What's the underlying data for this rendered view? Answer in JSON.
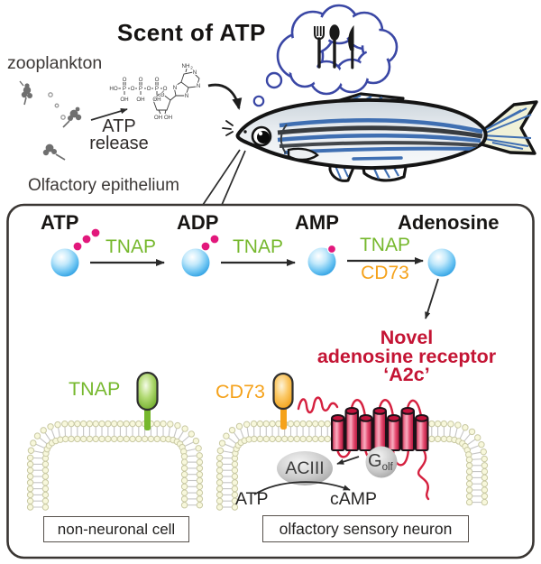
{
  "title": "Scent of ATP",
  "scene": {
    "zooplankton": "zooplankton",
    "atp_release": [
      "ATP",
      "release"
    ],
    "olfactory_epithelium": "Olfactory epithelium",
    "thought_bubble_icons": [
      "fork-icon",
      "spoon-icon",
      "knife-icon"
    ]
  },
  "molecule": {
    "ho": "HO",
    "p": "P",
    "o": "O",
    "oh": "OH",
    "oh_oh": "OH OH",
    "nh": "NH",
    "two": "2",
    "n": "N"
  },
  "pathway": {
    "metabolites": [
      {
        "label": "ATP",
        "phosphates": 3
      },
      {
        "label": "ADP",
        "phosphates": 2
      },
      {
        "label": "AMP",
        "phosphates": 1
      },
      {
        "label": "Adenosine",
        "phosphates": 0
      }
    ],
    "enzyme_tnap": "TNAP",
    "enzyme_cd73": "CD73"
  },
  "receptor_annotation": {
    "line1": "Novel",
    "line2": "adenosine receptor",
    "line3": "‘A2c’"
  },
  "membrane_proteins": {
    "tnap": "TNAP",
    "cd73": "CD73"
  },
  "signaling": {
    "aciii": "ACIII",
    "g_main": "G",
    "g_sub": "olf",
    "atp": "ATP",
    "camp": "cAMP"
  },
  "cells": {
    "non_neuronal": "non-neuronal cell",
    "olfactory_neuron": "olfactory sensory neuron"
  },
  "colors": {
    "tnap_green": "#76b82d",
    "cd73_orange": "#f5a21b",
    "receptor_red": "#c41434",
    "sphere_blue": "#4fb3ec",
    "phosphate_magenta": "#e2187c",
    "bubble_blue": "#3a47a5",
    "fish_stripe_blue": "#3f6fb2"
  }
}
